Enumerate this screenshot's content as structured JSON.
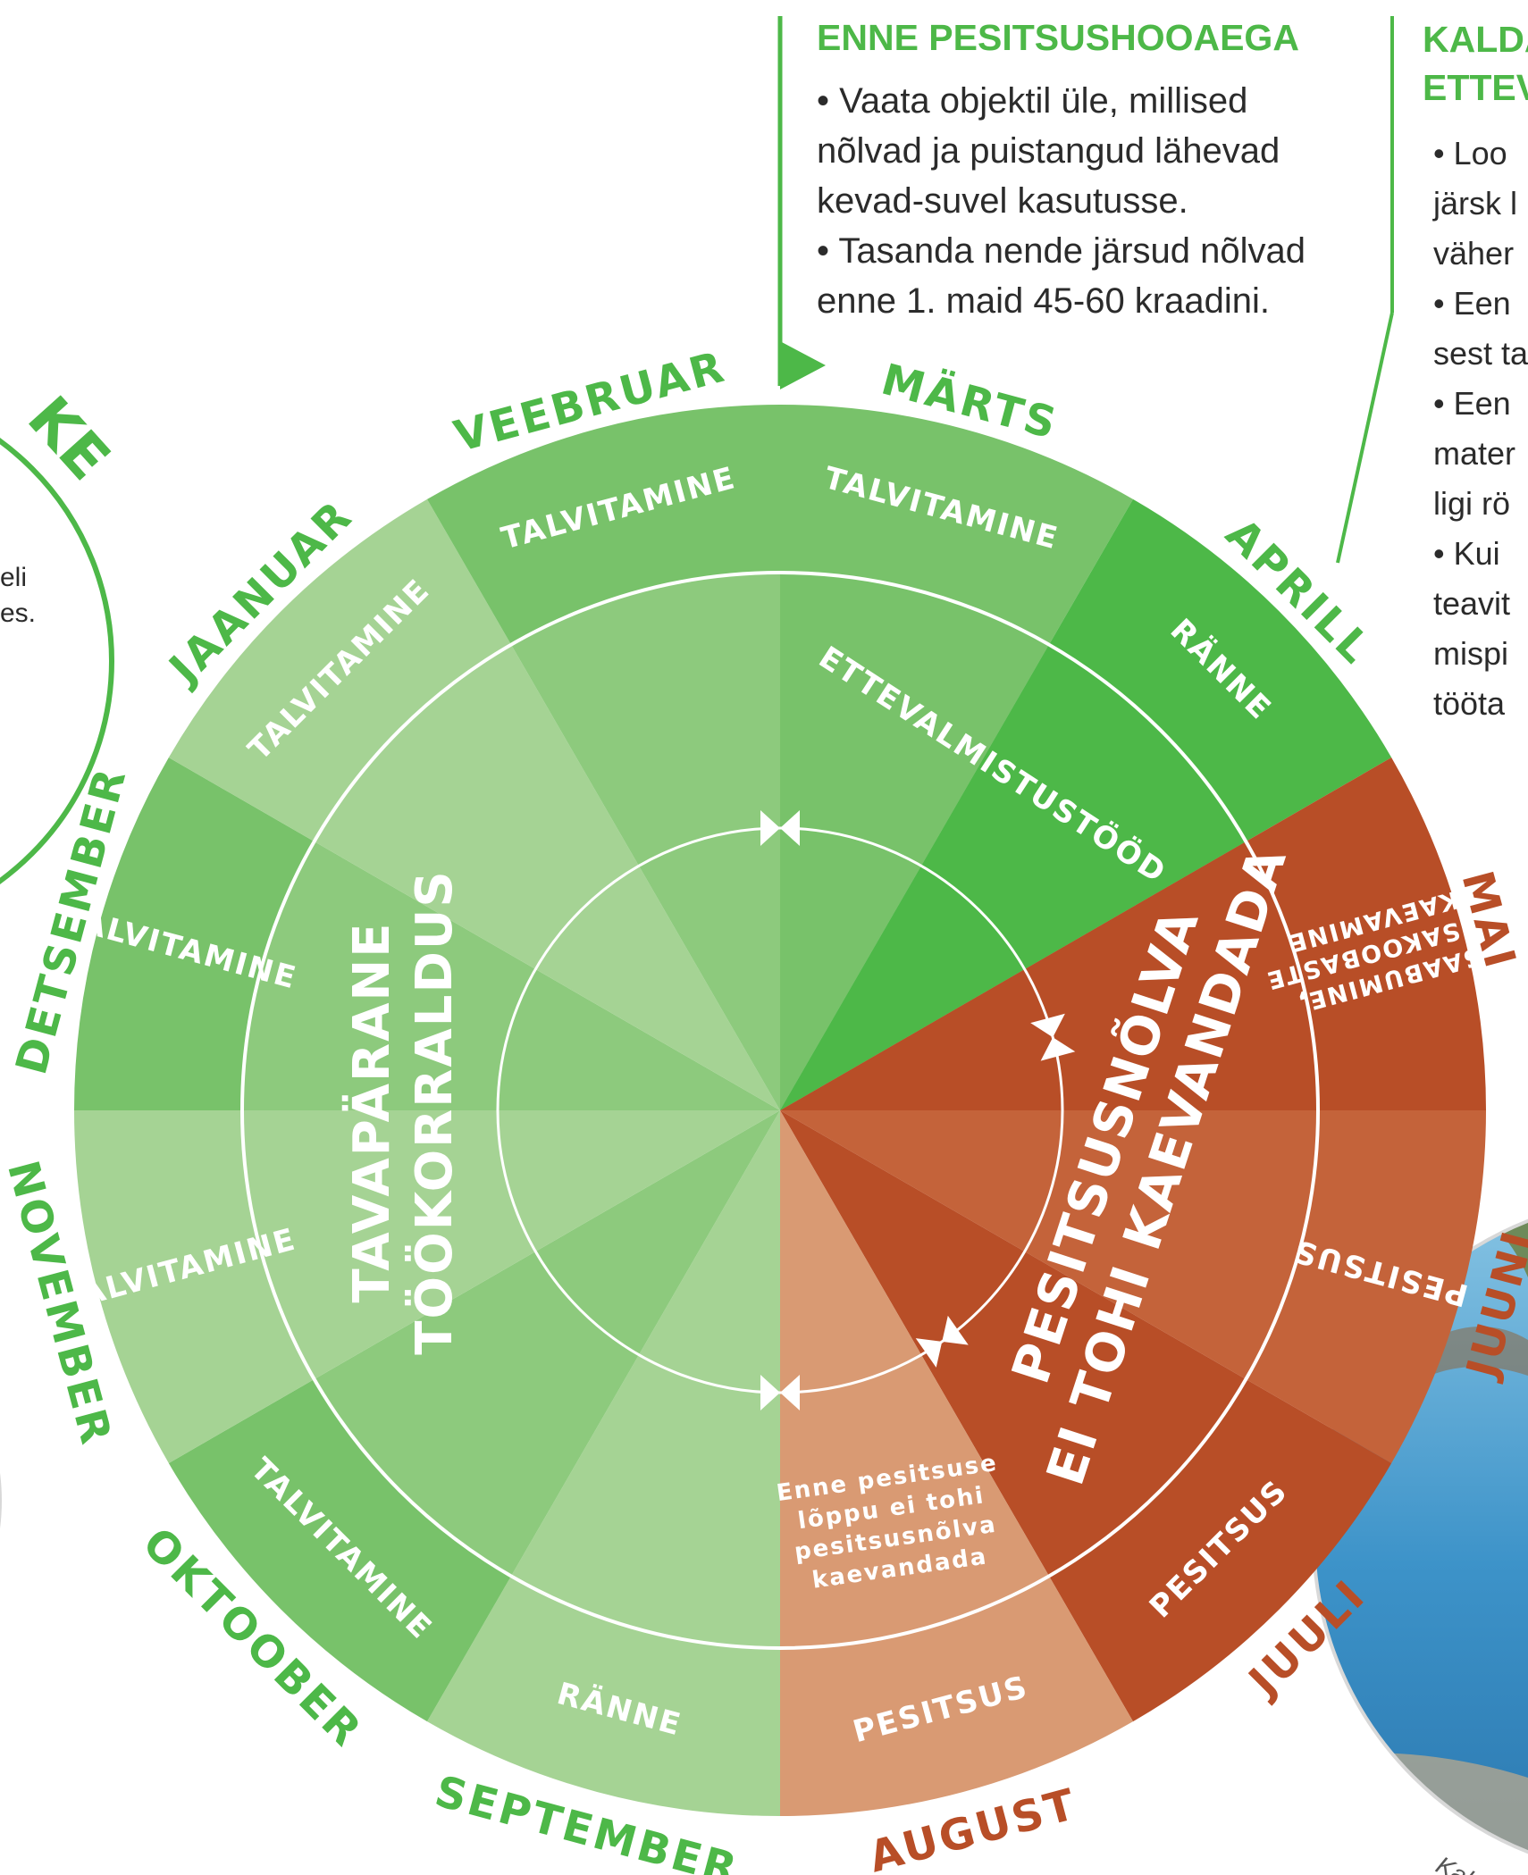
{
  "note_before": {
    "title": "ENNE PESITSUSHOOAEGA",
    "lines": [
      "•  Vaata objektil üle, millised",
      "nõlvad ja puistangud lähevad",
      "kevad-suvel kasutusse.",
      "•  Tasanda nende järsud nõlvad",
      "enne 1. maid 45-60 kraadini."
    ]
  },
  "note_right": {
    "title_lines": [
      "KALDA",
      "ETTEV"
    ],
    "lines": [
      "•   Loo",
      "järsk l",
      "väher",
      "•  Een",
      "sest ta",
      "•  Een",
      "mater",
      "ligi rö",
      "•  Kui",
      "teavit",
      "mispi",
      "tööta"
    ]
  },
  "note_left": {
    "title": "KE",
    "lines": [
      "eli",
      "es."
    ]
  },
  "photo_caption": "Kalda",
  "months": [
    "MÄRTS",
    "APRILL",
    "MAI",
    "JUUNI",
    "JUULI",
    "AUGUST",
    "SEPTEMBER",
    "OKTOOBER",
    "NOVEMBER",
    "DETSEMBER",
    "JAANUAR",
    "VEEBRUAR"
  ],
  "activities": [
    "TALVITAMINE",
    "RÄNNE",
    "SAABUMINE, PESAKOOBASTE KAEVAMINE",
    "PESITSUS",
    "PESITSUS",
    "PESITSUS",
    "RÄNNE",
    "TALVITAMINE",
    "TALVITAMINE",
    "TALVITAMINE",
    "TALVITAMINE",
    "TALVITAMINE"
  ],
  "work_phases": {
    "preparation": "ETTEVALMISTUSTÖÖD",
    "forbidden_line1": "PESITSUSNÕLVA",
    "forbidden_line2": "EI TOHI KAEVANDADA",
    "normal_line1": "TAVAPÄRANE",
    "normal_line2": "TÖÖKORRALDUS",
    "august_note": [
      "Enne pesitsuse",
      "lõppu ei tohi",
      "pesitsusnõlva",
      "kaevandada"
    ]
  },
  "colors": {
    "green_text": "#4db848",
    "rust_text": "#b84e27",
    "dark_green": "#4db848",
    "mid_green": "#78c26a",
    "light_green": "#a5d394",
    "rust": "#b84e27",
    "mid_rust": "#c4633a",
    "peach": "#d99a73"
  }
}
